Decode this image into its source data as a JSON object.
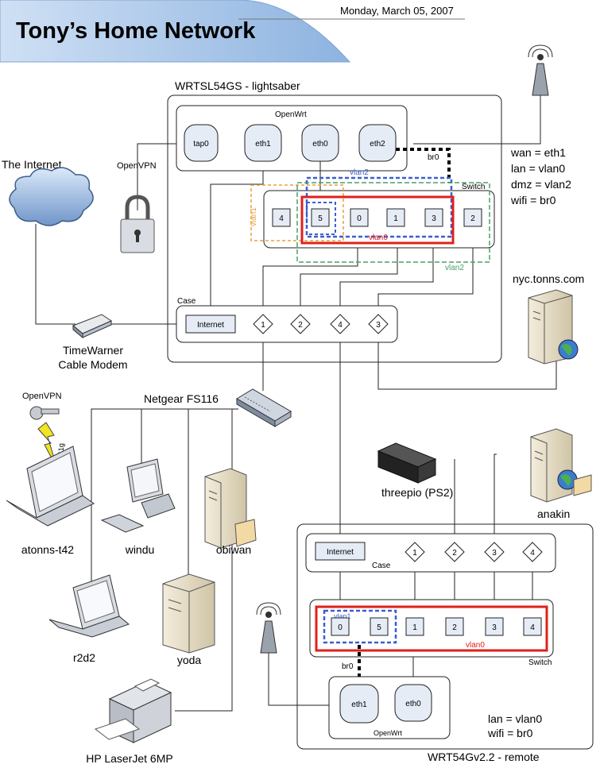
{
  "header": {
    "title": "Tony’s Home Network",
    "date": "Monday, March 05, 2007",
    "banner_color": "#a9c8ea"
  },
  "labels": {
    "internet": "The Internet",
    "openvpn_top": "OpenVPN",
    "openvpn_left": "OpenVPN",
    "cable_modem_line1": "TimeWarner",
    "cable_modem_line2": "Cable Modem",
    "netgear": "Netgear FS116",
    "nyc": "nyc.tonns.com",
    "threepio": "threepio (PS2)",
    "anakin": "anakin",
    "atonns": "atonns-t42",
    "windu": "windu",
    "obiwan": "obiwan",
    "r2d2": "r2d2",
    "yoda": "yoda",
    "hp": "HP LaserJet 6MP",
    "wifi_802": "802.11g"
  },
  "router1": {
    "title": "WRTSL54GS - lightsaber",
    "openwrt_label": "OpenWrt",
    "switch_label": "Switch",
    "case_label": "Case",
    "interfaces": [
      "tap0",
      "eth1",
      "eth0",
      "eth2"
    ],
    "ports": [
      "4",
      "5",
      "0",
      "1",
      "3",
      "2"
    ],
    "case_internet": "Internet",
    "case_ports": [
      "1",
      "2",
      "4",
      "3"
    ],
    "br0": "br0",
    "vlan0": "vlan0",
    "vlan1": "vlan1",
    "vlan2": "vlan2",
    "vlan2_top": "vlan2",
    "config": [
      "wan = eth1",
      "lan = vlan0",
      "dmz = vlan2",
      "wifi = br0"
    ]
  },
  "router2": {
    "title": "WRT54Gv2.2 - remote",
    "openwrt_label": "OpenWrt",
    "switch_label": "Switch",
    "case_label": "Case",
    "case_internet": "Internet",
    "case_ports": [
      "1",
      "2",
      "3",
      "4"
    ],
    "ports": [
      "0",
      "5",
      "1",
      "2",
      "3",
      "4"
    ],
    "interfaces": [
      "eth1",
      "eth0"
    ],
    "br0": "br0",
    "vlan0": "vlan0",
    "vlan1": "vlan1",
    "config": [
      "lan = vlan0",
      "wifi = br0"
    ]
  },
  "colors": {
    "vlan0": "#e0201a",
    "vlan_blue": "#3a5fd0",
    "vlan1": "#e8a13a",
    "vlan2": "#4aa068",
    "box_fill": "#e6ecf6"
  }
}
